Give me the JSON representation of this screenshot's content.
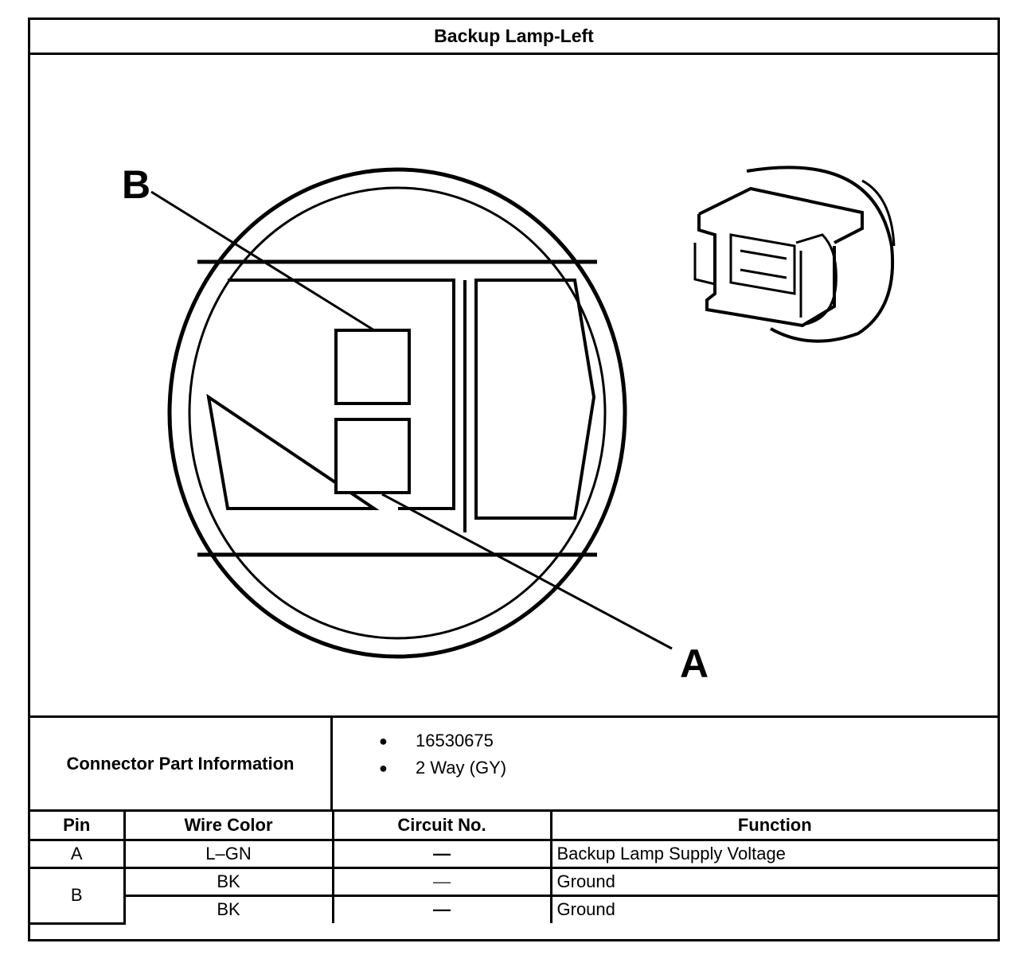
{
  "title": "Backup Lamp-Left",
  "diagram": {
    "callouts": [
      "B",
      "A"
    ]
  },
  "connector_info": {
    "label": "Connector Part Information",
    "items": [
      "16530675",
      "2 Way (GY)"
    ]
  },
  "table": {
    "headers": [
      "Pin",
      "Wire Color",
      "Circuit No.",
      "Function"
    ],
    "rows": [
      {
        "pin": "A",
        "wire": "L–GN",
        "circuit": "—",
        "function": "Backup Lamp Supply Voltage"
      },
      {
        "pin": "B",
        "wire": "BK",
        "circuit": "—",
        "function": "Ground"
      },
      {
        "pin": "",
        "wire": "BK",
        "circuit": "—",
        "function": "Ground"
      }
    ]
  }
}
